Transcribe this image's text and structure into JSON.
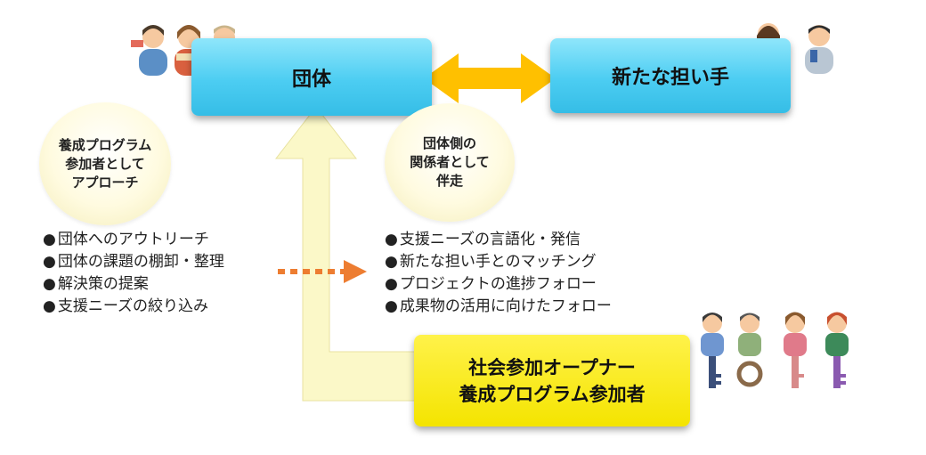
{
  "nodes": {
    "dantai": "団体",
    "new_leaders": "新たな担い手",
    "trainee_line1": "社会参加オープナー",
    "trainee_line2": "養成プログラム参加者"
  },
  "circles": {
    "left": [
      "養成プログラム",
      "参加者として",
      "アプローチ"
    ],
    "right": [
      "団体側の",
      "関係者として",
      "伴走"
    ]
  },
  "left_bullets": [
    "団体へのアウトリーチ",
    "団体の課題の棚卸・整理",
    "解決策の提案",
    "支援ニーズの絞り込み"
  ],
  "right_bullets": [
    "支援ニーズの言語化・発信",
    "新たな担い手とのマッチング",
    "プロジェクトの進捗フォロー",
    "成果物の活用に向けたフォロー"
  ],
  "colors": {
    "blue_box": "#4ccdf2",
    "yellow_box": "#f4e400",
    "double_arrow": "#ffc000",
    "dotted_arrow": "#ed7d31",
    "path_arrow": "#fbf8c8"
  },
  "icons": {
    "top_left_people": "group-of-people-icon",
    "top_right_people": "pair-of-people-icon",
    "key_people": "people-keys-icon"
  }
}
